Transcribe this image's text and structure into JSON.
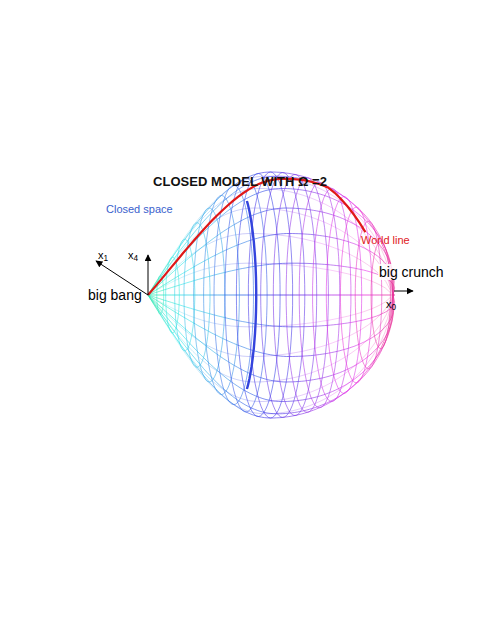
{
  "diagram": {
    "title": "CLOSED MODEL WITH Ω =2",
    "labels": [
      "Closed space",
      "World line",
      "big bang",
      "big crunch",
      "x1",
      "x4",
      "x0"
    ]
  }
}
